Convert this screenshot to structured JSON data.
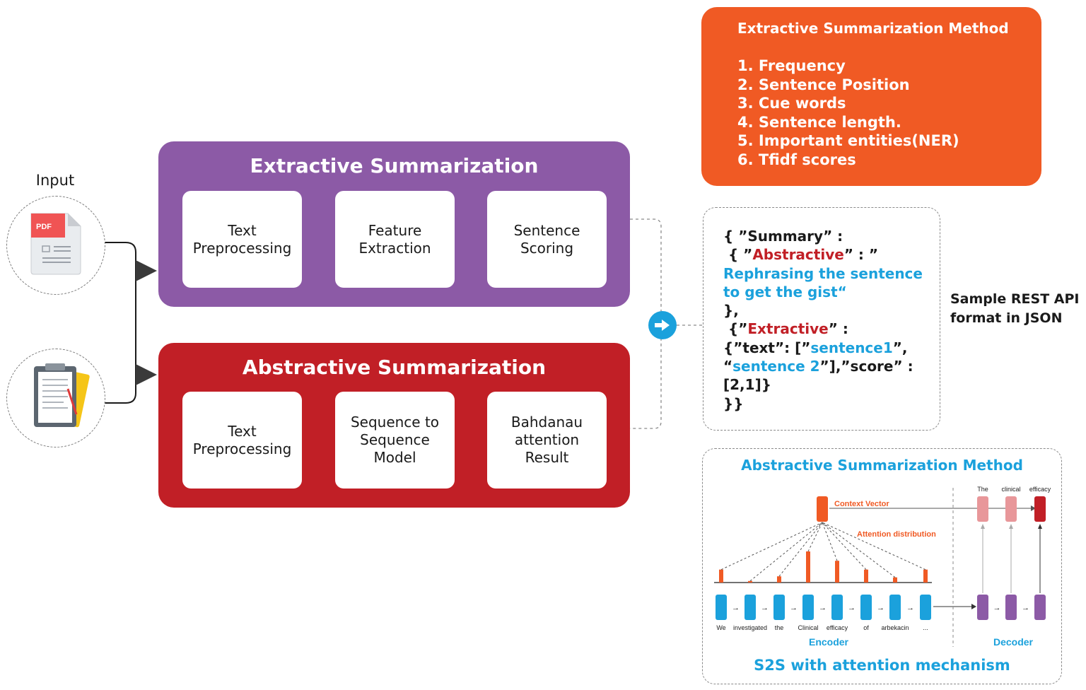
{
  "input": {
    "label": "Input",
    "pdf_badge": "PDF",
    "icons": [
      "pdf-file-icon",
      "clipboard-icon"
    ]
  },
  "extractive": {
    "title": "Extractive Summarization",
    "steps": [
      "Text\nPreprocessing",
      "Feature\nExtraction",
      "Sentence\nScoring"
    ],
    "color": "#8c5aa6"
  },
  "abstractive": {
    "title": "Abstractive Summarization",
    "steps": [
      "Text\nPreprocessing",
      "Sequence to\nSequence\nModel",
      "Bahdanau\nattention\nResult"
    ],
    "color": "#c11f26"
  },
  "extractive_method": {
    "title": "Extractive Summarization Method",
    "items": [
      "1.  Frequency",
      "2. Sentence Position",
      "3. Cue words",
      "4. Sentence length.",
      "5. Important entities(NER)",
      "6. Tfidf scores"
    ],
    "color": "#f05a24"
  },
  "json_sample": {
    "l1": "{ ”Summary” :",
    "l2_open": " { ”",
    "l2_key": "Abstractive",
    "l2_close": "” : ”",
    "l3": "Rephrasing the sentence",
    "l4": "to get the gist“",
    "l5": "},",
    "l6_open": " {”",
    "l6_key": "Extractive",
    "l6_close": "” :",
    "l7_open": "{”text”: [”",
    "l7_val": "sentence1",
    "l7_close": "”,",
    "l8_open": "“",
    "l8_val": "sentence 2",
    "l8_close": "”],”score” :",
    "l9": "[2,1]}",
    "l10": "}}"
  },
  "api_label": {
    "line1": "Sample REST API",
    "line2": "format in JSON"
  },
  "s2s": {
    "title": "Abstractive Summarization Method",
    "footer": "S2S with attention mechanism",
    "context_vector_label": "Context Vector",
    "attention_label": "Attention distribution",
    "encoder_label": "Encoder",
    "decoder_label": "Decoder",
    "encoder_tokens": [
      "We",
      "investigated",
      "the",
      "Clinical",
      "efficacy",
      "of",
      "arbekacin",
      "..."
    ],
    "decoder_tokens": [
      "The",
      "clinical",
      "efficacy"
    ],
    "attention_weights": [
      0.25,
      0.03,
      0.12,
      0.6,
      0.42,
      0.25,
      0.1,
      0.25
    ],
    "colors": {
      "encoder": "#1ba1dc",
      "decoder": "#8c5aa6",
      "attention": "#f05a24",
      "output_light": "#e8979a",
      "output_dark": "#c11f26"
    }
  }
}
